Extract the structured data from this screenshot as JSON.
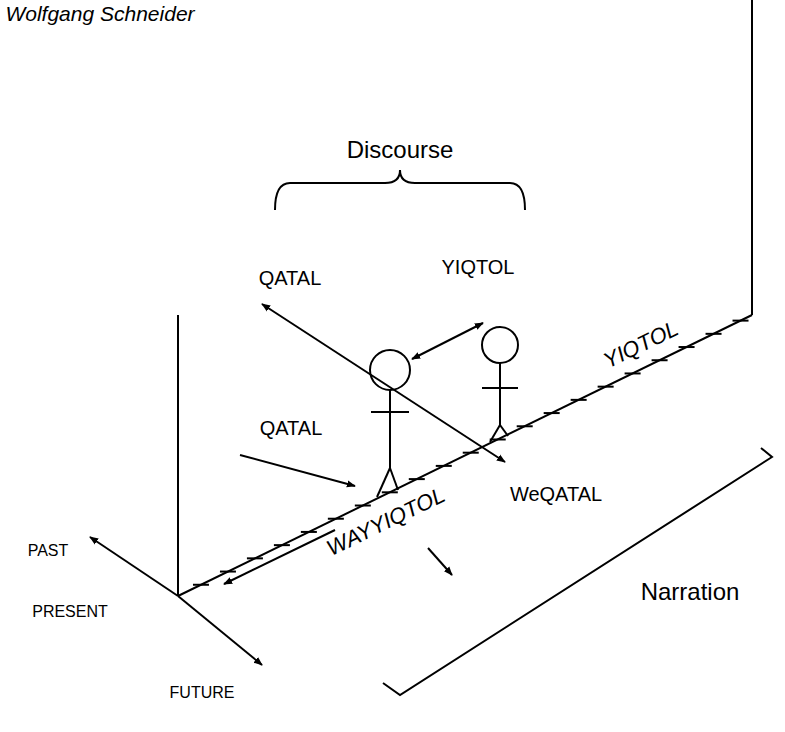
{
  "diagram": {
    "labels": [
      "Wolfgang Schneider",
      "Discourse",
      "QATAL",
      "YIQTOL",
      "QATAL",
      "WAYYIQTOL",
      "YIQTOL",
      "WeQATAL",
      "PAST",
      "PRESENT",
      "FUTURE",
      "Narration"
    ]
  }
}
